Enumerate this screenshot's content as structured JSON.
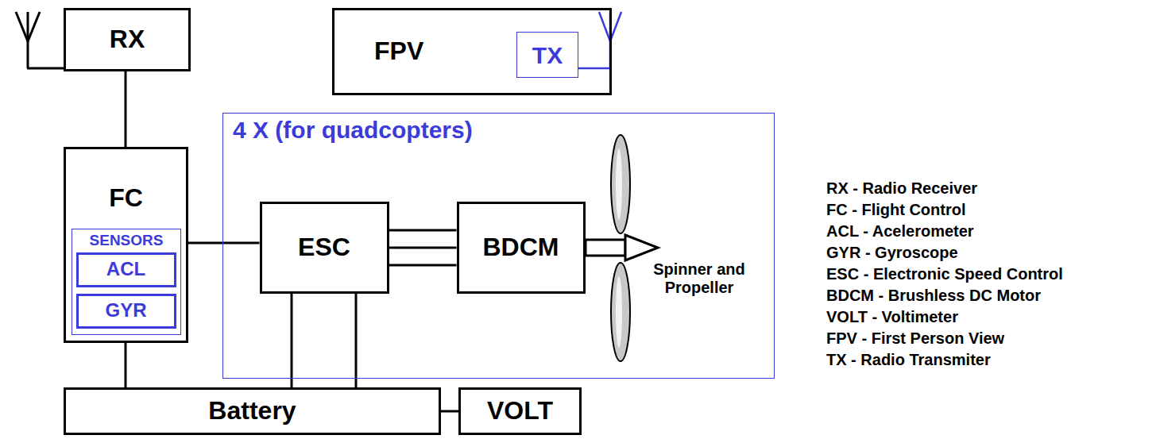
{
  "diagram": {
    "nodes": [
      {
        "text": [
          "RX"
        ]
      },
      {
        "text": [
          "FPV"
        ]
      },
      {
        "text": [
          "TX"
        ],
        "in": 1
      },
      {
        "text": [
          "4 X (for quadcopters)"
        ]
      },
      {
        "text": [
          "FC"
        ]
      },
      {
        "text": [
          "SENSORS"
        ],
        "in": 4
      },
      {
        "text": [
          "ACL"
        ],
        "in": 5
      },
      {
        "text": [
          "GYR"
        ],
        "in": 5
      },
      {
        "text": [
          "ESC"
        ],
        "in": 3
      },
      {
        "text": [
          "BDCM"
        ],
        "in": 3
      },
      {
        "text": [
          "Battery"
        ]
      },
      {
        "text": [
          "VOLT"
        ]
      }
    ],
    "edges": [
      {
        "from": 0,
        "to": 4,
        "arrow": "none"
      },
      {
        "from": 4,
        "to": 8,
        "arrow": "none"
      },
      {
        "from": 8,
        "to": 9,
        "arrow": "none"
      },
      {
        "from": 8,
        "to": 9,
        "arrow": "none"
      },
      {
        "from": 8,
        "to": 9,
        "arrow": "none"
      },
      {
        "from": 4,
        "to": 10,
        "arrow": "none"
      },
      {
        "from": 8,
        "to": 10,
        "arrow": "none"
      },
      {
        "from": 8,
        "to": 10,
        "arrow": "none"
      },
      {
        "from": 10,
        "to": 11,
        "arrow": "none"
      }
    ],
    "labels": [
      "Spinner and Propeller",
      "RX - Radio Receiver",
      "FC - Flight Control",
      "ACL - Acelerometer",
      "GYR - Gyroscope",
      "ESC - Electronic Speed Control",
      "BDCM - Brushless DC Motor",
      "VOLT - Voltimeter",
      "FPV - First Person View",
      "TX - Radio Transmiter"
    ]
  }
}
